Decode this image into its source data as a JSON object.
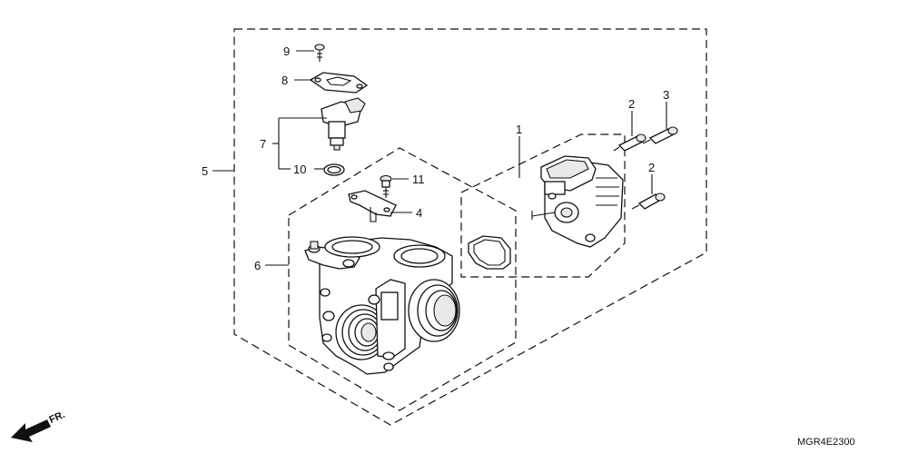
{
  "callouts": {
    "c1": "1",
    "c2a": "2",
    "c2b": "2",
    "c3": "3",
    "c4": "4",
    "c5": "5",
    "c6": "6",
    "c7": "7",
    "c8": "8",
    "c9": "9",
    "c10": "10",
    "c11": "11"
  },
  "direction_label": "FR.",
  "diagram_code": "MGR4E2300"
}
